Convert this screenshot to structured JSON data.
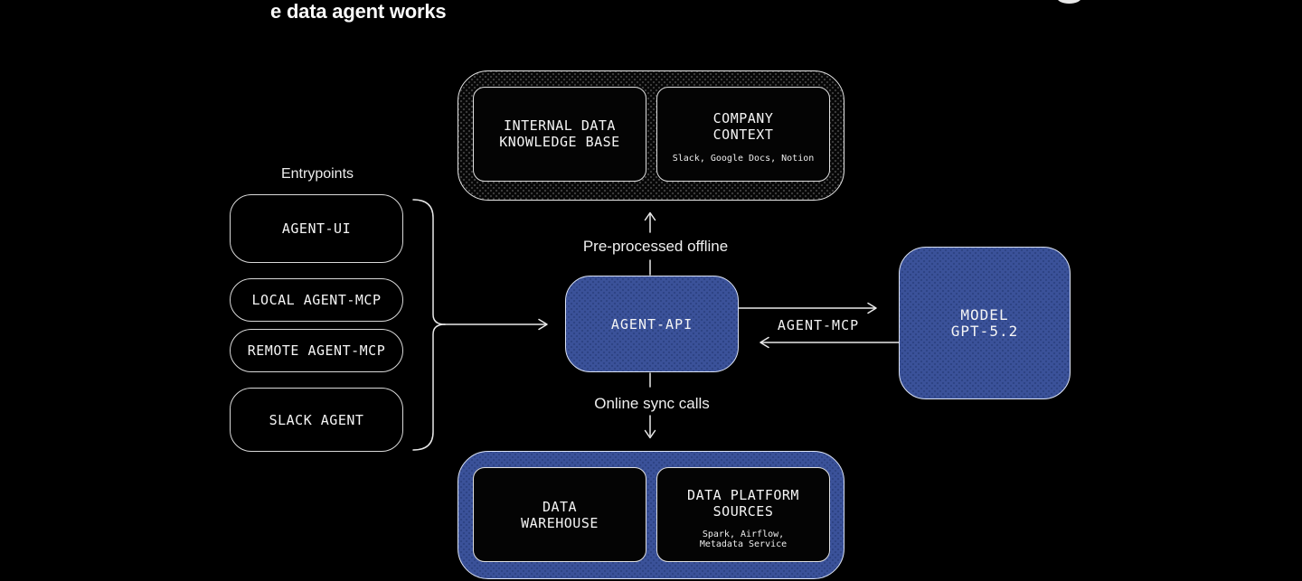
{
  "title": "e data agent works",
  "colors": {
    "background": "#000000",
    "accent_blue": "#3b529a",
    "blue_dot": "#2e4384",
    "line": "#e9e9e9",
    "blue_border": "#dbe3f6"
  },
  "entrypoints": {
    "label": "Entrypoints",
    "items": [
      {
        "label": "AGENT-UI"
      },
      {
        "label": "LOCAL AGENT-MCP"
      },
      {
        "label": "REMOTE AGENT-MCP"
      },
      {
        "label": "SLACK AGENT"
      }
    ]
  },
  "offline_sources": {
    "internal_data": {
      "line1": "INTERNAL DATA",
      "line2": "KNOWLEDGE BASE"
    },
    "company_context": {
      "line1": "COMPANY",
      "line2": "CONTEXT",
      "subtitle": "Slack, Google Docs, Notion"
    }
  },
  "agent_api": {
    "label": "AGENT-API"
  },
  "model": {
    "line1": "MODEL",
    "line2": "GPT-5.2"
  },
  "connections": {
    "preprocessed_label": "Pre-processed offline",
    "agent_mcp_label": "AGENT-MCP",
    "online_sync_label": "Online sync calls"
  },
  "online_sources": {
    "data_warehouse": {
      "line1": "DATA",
      "line2": "WAREHOUSE"
    },
    "data_platform": {
      "line1": "DATA PLATFORM",
      "line2": "SOURCES",
      "subtitle1": "Spark, Airflow,",
      "subtitle2": "Metadata Service"
    }
  }
}
